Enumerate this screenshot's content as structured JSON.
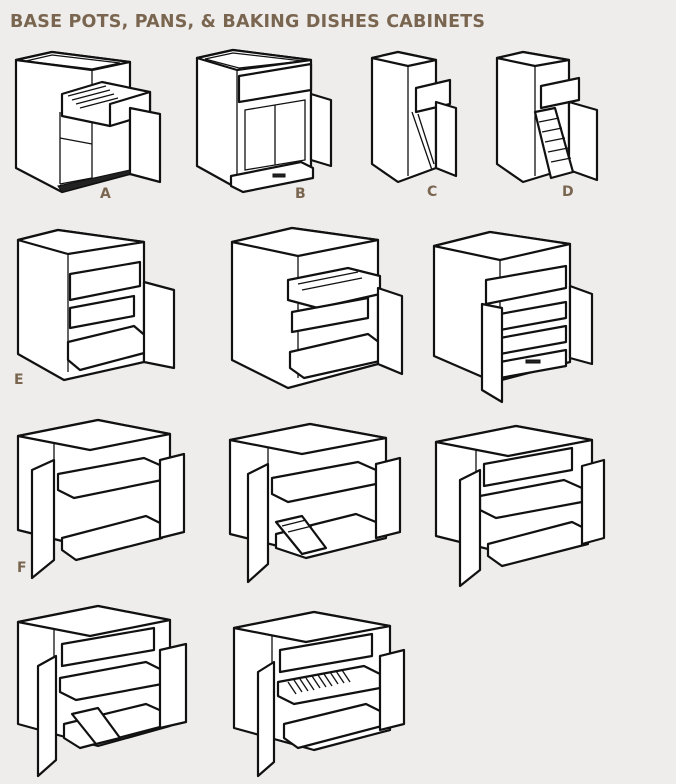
{
  "title": "BASE POTS, PANS, & BAKING DISHES CABINETS",
  "labels": {
    "a": "A",
    "b": "B",
    "c": "C",
    "d": "D",
    "e": "E",
    "f": "F"
  }
}
